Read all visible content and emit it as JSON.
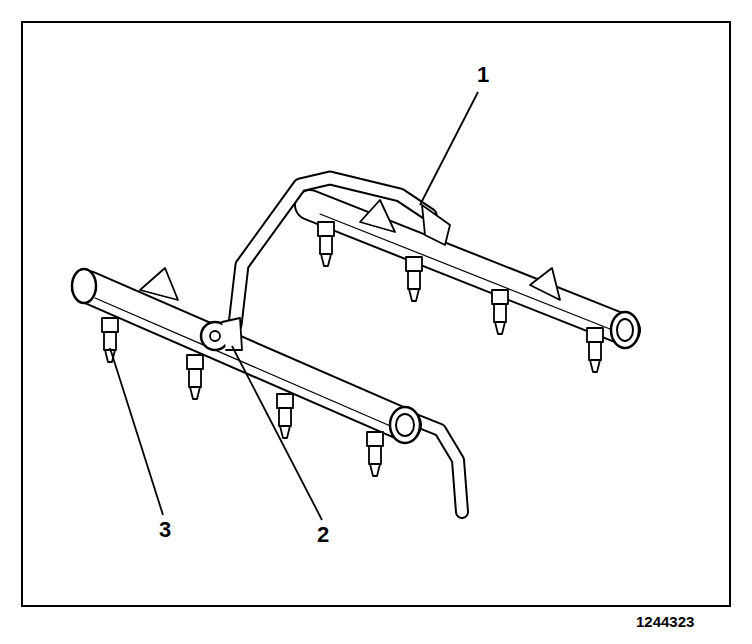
{
  "diagram": {
    "labels": [
      "1",
      "2",
      "3",
      "1244323"
    ]
  }
}
